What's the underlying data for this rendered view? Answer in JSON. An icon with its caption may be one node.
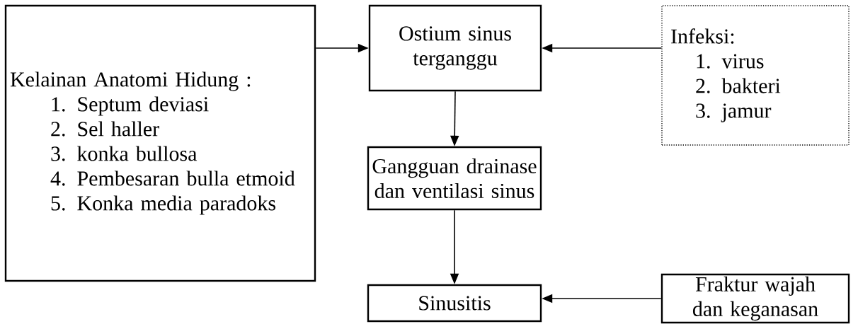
{
  "diagram": {
    "nodes": [
      {
        "text": [
          "Kelainan Anatomi Hidung :",
          "1. Septum deviasi",
          "2. Sel haller",
          "3. konka bullosa",
          "4. Pembesaran bulla etmoid",
          "5. Konka media paradoks"
        ]
      },
      {
        "text": [
          "Ostium sinus terganggu"
        ]
      },
      {
        "text": [
          "Infeksi:",
          "1. virus",
          "2. bakteri",
          "3. jamur"
        ]
      },
      {
        "text": [
          "Gangguan drainase dan ventilasi sinus"
        ]
      },
      {
        "text": [
          "Sinusitis"
        ]
      },
      {
        "text": [
          "Fraktur wajah dan keganasan"
        ]
      }
    ],
    "edges": [
      {
        "from": 0,
        "to": 1,
        "arrow": "to"
      },
      {
        "from": 2,
        "to": 1,
        "arrow": "to"
      },
      {
        "from": 1,
        "to": 3,
        "arrow": "to"
      },
      {
        "from": 3,
        "to": 4,
        "arrow": "to"
      },
      {
        "from": 5,
        "to": 4,
        "arrow": "to"
      }
    ]
  }
}
